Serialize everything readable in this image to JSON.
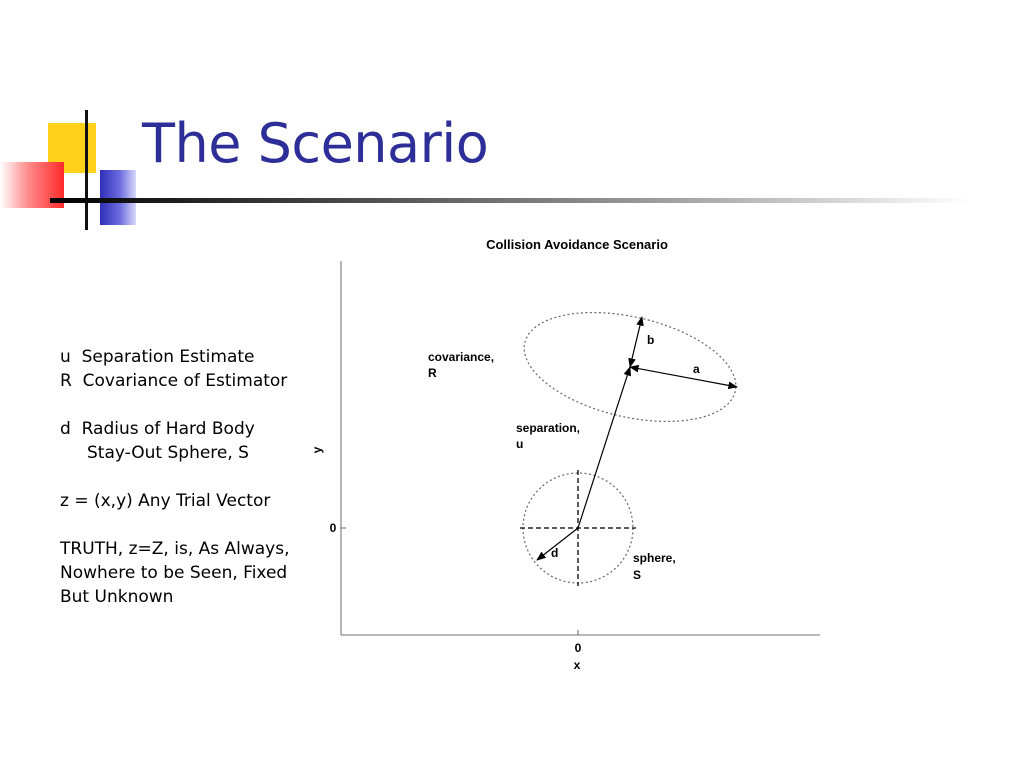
{
  "slide": {
    "title": "The Scenario"
  },
  "legend": {
    "lines": [
      "u  Separation Estimate",
      "R  Covariance of Estimator",
      "",
      "d  Radius of Hard Body",
      "     Stay-Out Sphere, S",
      "",
      "z = (x,y) Any Trial Vector",
      "",
      "TRUTH, z=Z, is, As Always,",
      "Nowhere to be Seen, Fixed",
      "But Unknown"
    ]
  },
  "figure": {
    "title": "Collision Avoidance Scenario",
    "ylabel": "y",
    "xlabel": "x",
    "y_tick": "0",
    "x_tick": "0",
    "labels": {
      "covariance_line1": "covariance,",
      "covariance_line2": "R",
      "separation_line1": "separation,",
      "separation_line2": "u",
      "sphere_line1": "sphere,",
      "sphere_line2": "S",
      "a": "a",
      "b": "b",
      "d": "d"
    }
  }
}
